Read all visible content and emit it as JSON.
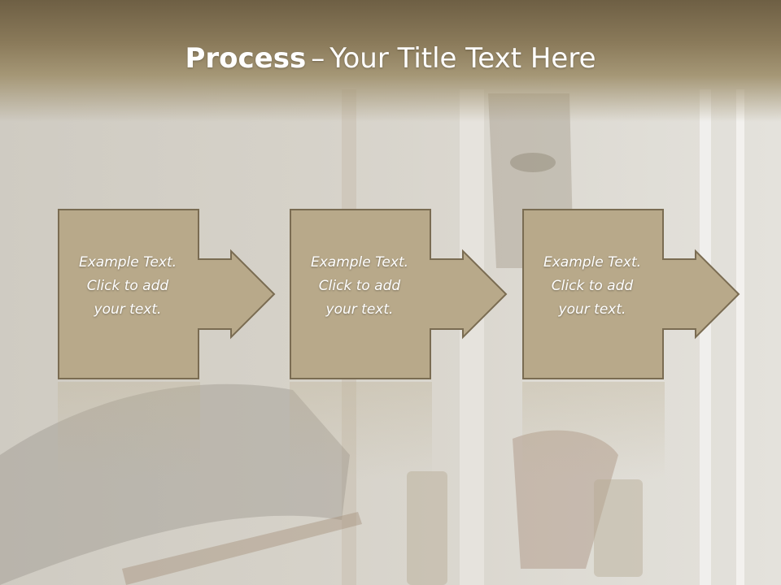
{
  "slide": {
    "title_bold": "Process",
    "title_separator": "–",
    "title_rest": "Your Title Text Here"
  },
  "process_steps": [
    {
      "line1": "Example Text.",
      "line2": "Click  to add",
      "line3": "your text."
    },
    {
      "line1": "Example Text.",
      "line2": "Click  to add",
      "line3": "your text."
    },
    {
      "line1": "Example Text.",
      "line2": "Click  to add",
      "line3": "your text."
    }
  ],
  "colors": {
    "header_dark": "#6e5f44",
    "box_fill": "#b8a98a",
    "box_stroke": "#7a6c52",
    "text": "#ffffff"
  }
}
